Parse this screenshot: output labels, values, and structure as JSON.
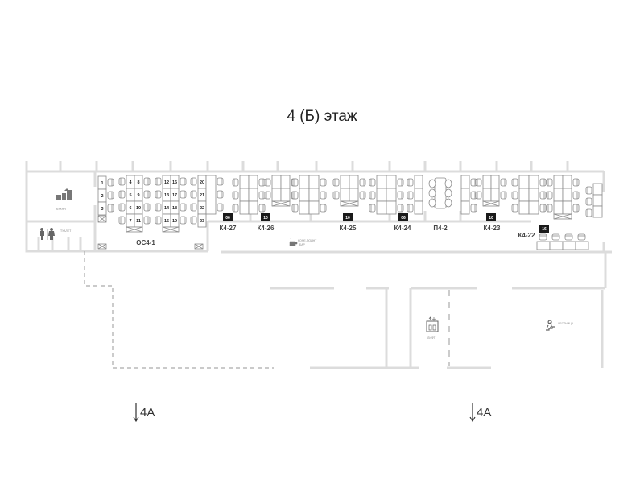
{
  "title": "4 (Б) этаж",
  "rooms": {
    "kitchen": "КУХНЯ",
    "toilet": "ТУАЛЕТ",
    "open_space": "ОС4-1",
    "k4_27": "К4-27",
    "k4_26": "К4-26",
    "k4_25": "К4-25",
    "k4_24": "К4-24",
    "p4_2": "П4-2",
    "k4_23": "К4-23",
    "k4_22": "К4-22",
    "coffee_1": "КОФЕ-ПОИНТ",
    "coffee_2": "БАР",
    "lift": "ЛИФТ",
    "stairs": "ЛЕСТНИЦА"
  },
  "badges": {
    "k4_27": "06",
    "k4_26": "10",
    "k4_25": "10",
    "k4_24": "06",
    "k4_23": "10",
    "k4_22": "16"
  },
  "desk_numbers": [
    "1",
    "2",
    "3",
    "4",
    "5",
    "6",
    "7",
    "8",
    "9",
    "10",
    "11",
    "12",
    "13",
    "14",
    "15",
    "16",
    "17",
    "18",
    "19",
    "20",
    "21",
    "22",
    "23"
  ],
  "exits": [
    "4А",
    "4А"
  ],
  "colors": {
    "wall": "#dddddd",
    "furniture": "#8a8a8a",
    "badge": "#1a1a1a"
  }
}
